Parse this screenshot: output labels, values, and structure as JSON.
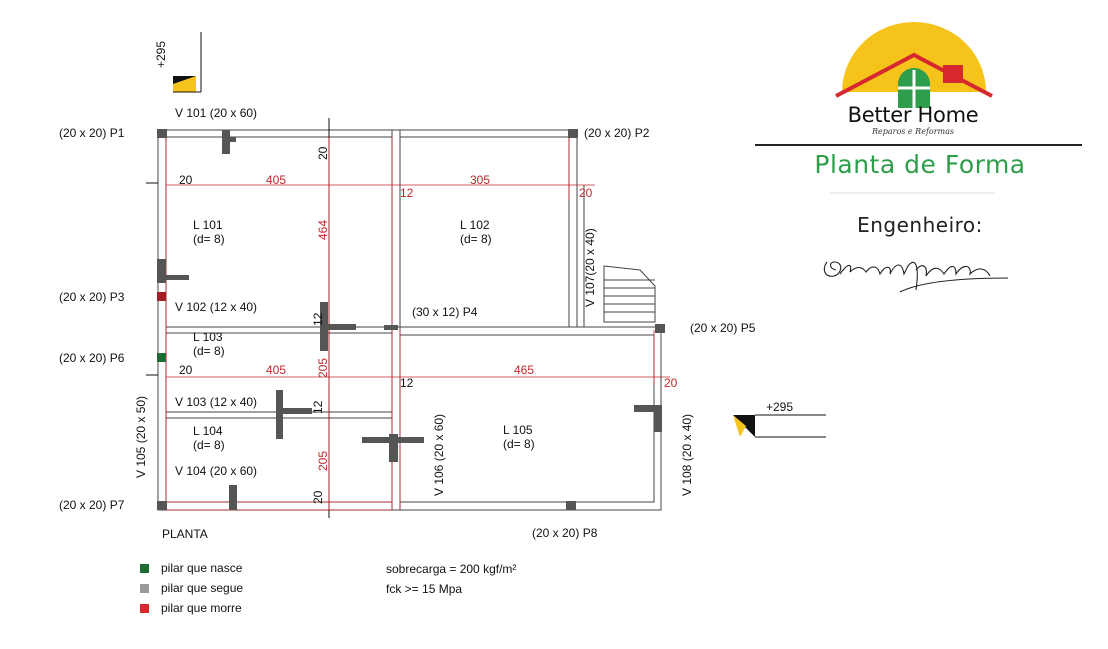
{
  "logo": {
    "company_name": "Better Home",
    "tagline": "Reparos e Reformas",
    "colors": {
      "sun": "#f6c31b",
      "roof": "#d7282f",
      "window": "#2e9e4a"
    }
  },
  "document_title": "Planta de Forma",
  "engineer_label": "Engenheiro:",
  "signature": "Elcandro A. Silva",
  "levels": {
    "top_left": "+295",
    "right": "+295"
  },
  "pillars": {
    "p1": "(20 x 20) P1",
    "p2": "(20 x 20) P2",
    "p3": "(20 x 20) P3",
    "p4": "(30 x 12) P4",
    "p5": "(20 x 20) P5",
    "p6": "(20 x 20) P6",
    "p7": "(20 x 20) P7",
    "p8": "(20 x 20) P8"
  },
  "beams": {
    "v101": "V 101 (20 x 60)",
    "v102": "V 102 (12 x 40)",
    "v103": "V 103 (12 x 40)",
    "v104": "V 104 (20 x 60)",
    "v105": "V 105 (20 x 50)",
    "v106": "V 106 (20 x 60)",
    "v107": "V 107(20 x 40)",
    "v108": "V 108 (20 x 40)"
  },
  "slabs": [
    {
      "name": "L 101",
      "thickness": "(d= 8)"
    },
    {
      "name": "L 102",
      "thickness": "(d= 8)"
    },
    {
      "name": "L 103",
      "thickness": "(d= 8)"
    },
    {
      "name": "L 104",
      "thickness": "(d= 8)"
    },
    {
      "name": "L 105",
      "thickness": "(d= 8)"
    }
  ],
  "dimensions": {
    "top_wall": "20",
    "top_left_span": "405",
    "top_mid_wall": "12",
    "top_right_span": "305",
    "top_right_wall": "20",
    "bot_wall": "20",
    "bot_left_span": "405",
    "bot_mid_wall": "12",
    "bot_right_span": "465",
    "bot_right_wall": "20",
    "v_top_wall": "20",
    "v_span_464": "464",
    "v_wall_12a": "12",
    "v_span_205a": "205",
    "v_wall_12b": "12",
    "v_span_205b": "205",
    "v_bottom_wall": "20"
  },
  "plan_label": "PLANTA",
  "legend": [
    {
      "label": "pilar que nasce",
      "color": "#1e6b34"
    },
    {
      "label": "pilar que segue",
      "color": "#9a9a9a"
    },
    {
      "label": "pilar que morre",
      "color": "#d7282f"
    }
  ],
  "notes": {
    "load": "sobrecarga = 200 kgf/m²",
    "fck": "fck >= 15 Mpa"
  }
}
